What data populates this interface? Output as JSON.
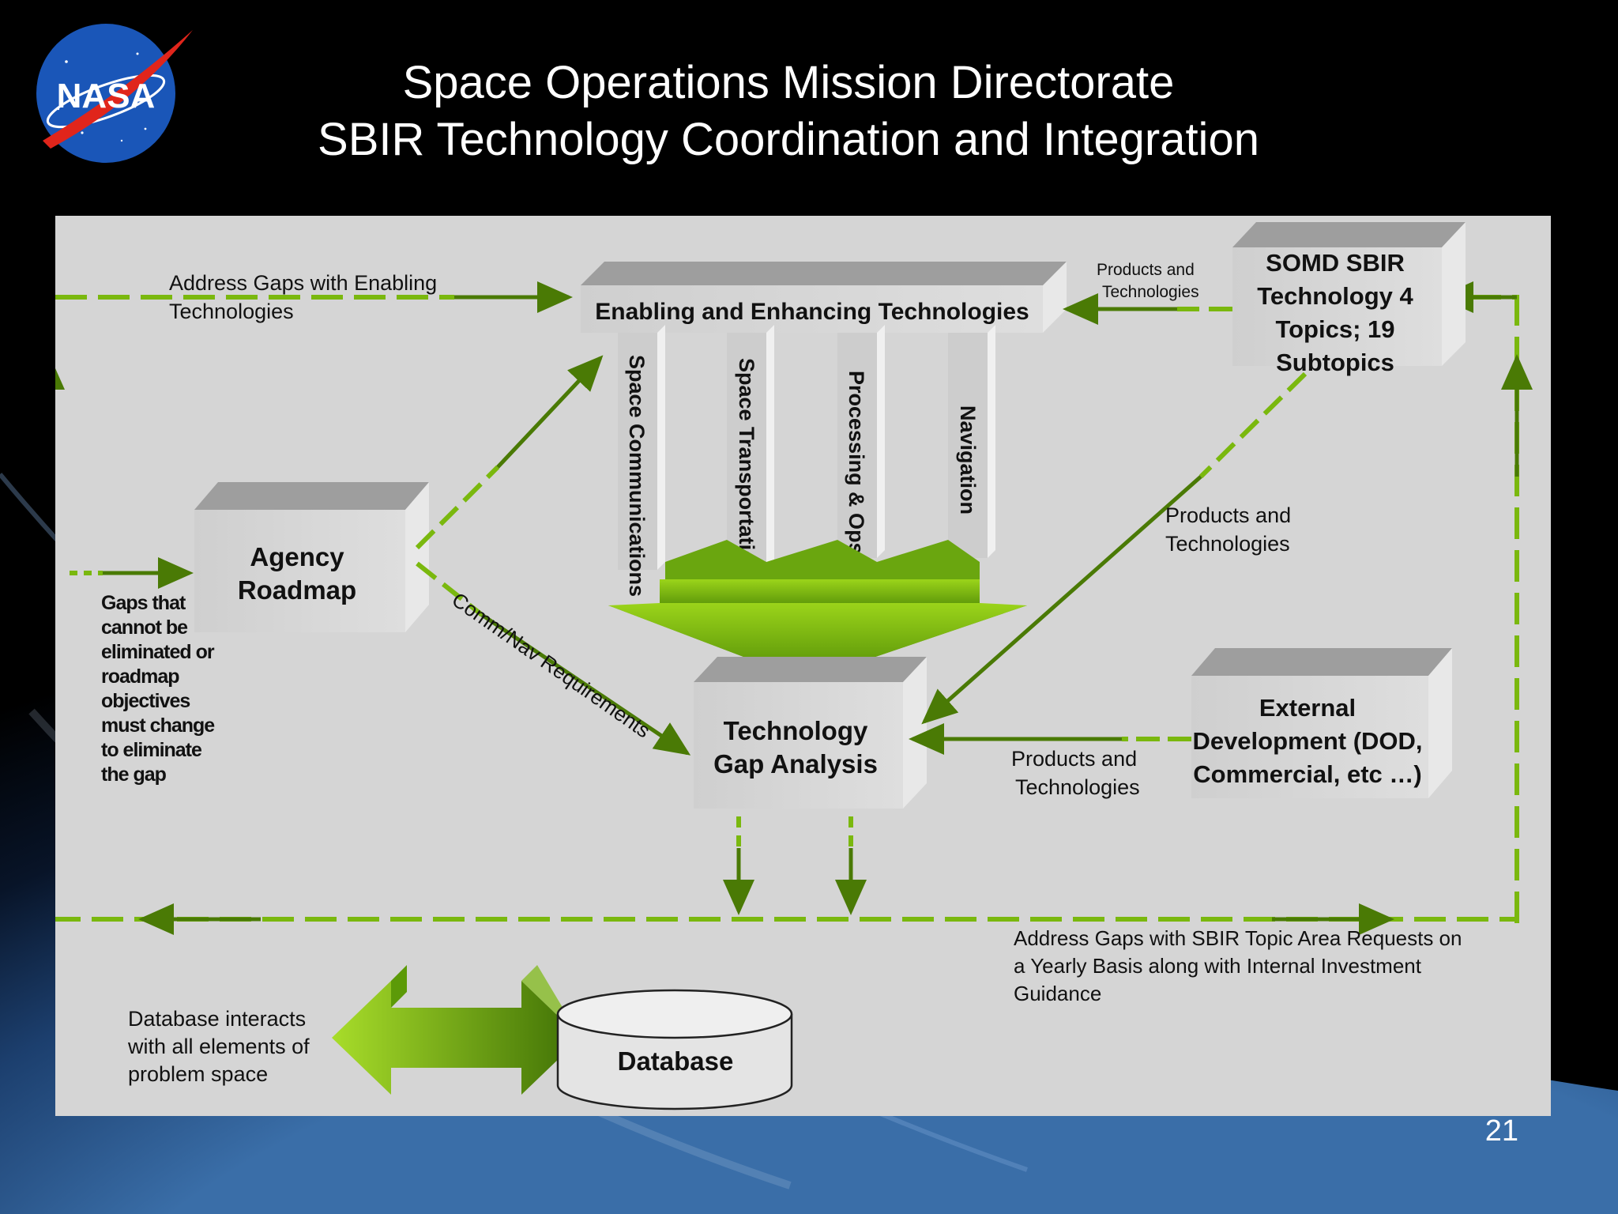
{
  "slide": {
    "title_line1": "Space Operations Mission Directorate",
    "title_line2": "SBIR Technology Coordination and Integration",
    "page_number": "21",
    "logo_text": "NASA"
  },
  "colors": {
    "accent_green": "#7ab80e",
    "dark_green": "#4a7a05",
    "panel_gray": "#d5d5d5",
    "box_gray": "#d2d2d2"
  },
  "diagram": {
    "enabling_box": "Enabling and Enhancing Technologies",
    "pillars": [
      "Space Communications",
      "Space Transportation",
      "Processing & Ops",
      "Navigation"
    ],
    "somd_box": [
      "SOMD SBIR",
      "Technology  4",
      "Topics; 19",
      "Subtopics"
    ],
    "agency_box": [
      "Agency",
      "Roadmap"
    ],
    "gap_box": [
      "Technology",
      "Gap Analysis"
    ],
    "external_box": [
      "External",
      "Development (DOD,",
      "Commercial, etc …)"
    ],
    "database": "Database",
    "label_address_enabling": [
      "Address Gaps with Enabling",
      "Technologies"
    ],
    "label_products_top": [
      "Products and",
      "Technologies"
    ],
    "label_products_mid": [
      "Products and",
      "Technologies"
    ],
    "label_products_ext": [
      "Products and",
      "Technologies"
    ],
    "label_comm_nav": "Comm/Nav Requirements",
    "label_gaps": [
      "Gaps that",
      "cannot be",
      "eliminated or",
      "roadmap",
      "objectives",
      "must change",
      "to eliminate",
      "the gap"
    ],
    "label_address_sbir": [
      "Address Gaps with SBIR Topic Area Requests on",
      "a Yearly Basis along with Internal Investment",
      "Guidance"
    ],
    "label_database_interacts": [
      "Database interacts",
      "with all elements of",
      "problem space"
    ]
  }
}
